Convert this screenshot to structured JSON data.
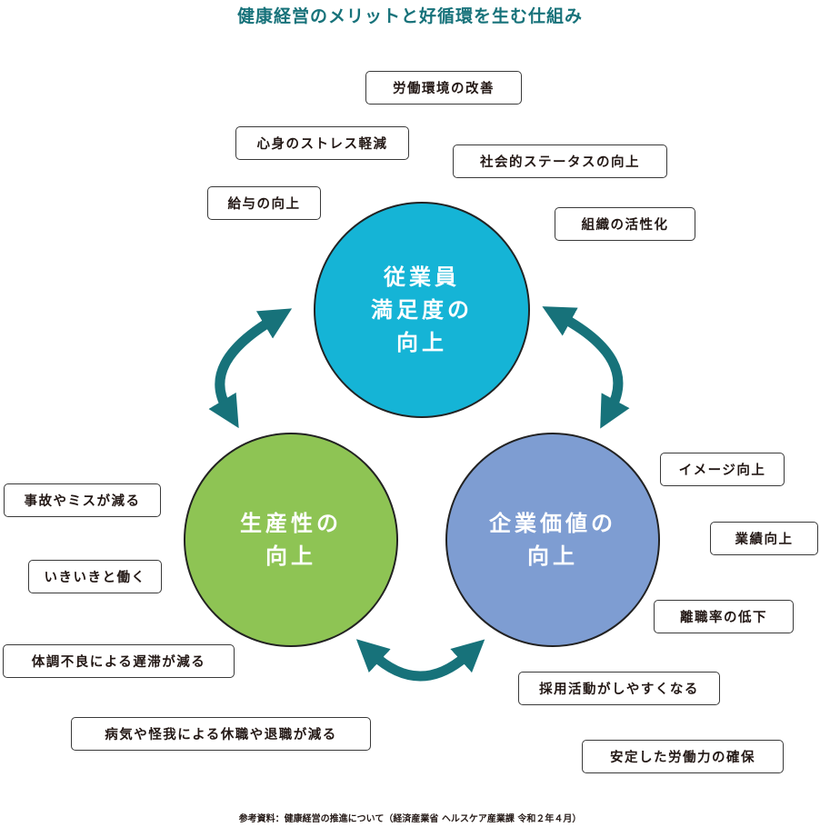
{
  "title": "健康経営のメリットと好循環を生む仕組み",
  "colors": {
    "title": "#17727a",
    "arrow": "#17727a",
    "employee_circle": "#15b4d6",
    "productivity_circle": "#8ec454",
    "corporate_circle": "#7e9dd2"
  },
  "circles": {
    "employee": [
      "従業員",
      "満足度の",
      "向上"
    ],
    "productivity": [
      "生産性の",
      "向上"
    ],
    "corporate": [
      "企業価値の",
      "向上"
    ]
  },
  "tags": {
    "employee": [
      "労働環境の改善",
      "心身のストレス軽減",
      "社会的ステータスの向上",
      "給与の向上",
      "組織の活性化"
    ],
    "productivity": [
      "事故やミスが減る",
      "いきいきと働く",
      "体調不良による遅滞が減る",
      "病気や怪我による休職や退職が減る"
    ],
    "corporate": [
      "イメージ向上",
      "業績向上",
      "離職率の低下",
      "採用活動がしやすくなる",
      "安定した労働力の確保"
    ]
  },
  "source": "参考資料：健康経営の推進について（経済産業省 ヘルスケア産業課 令和２年４月）"
}
